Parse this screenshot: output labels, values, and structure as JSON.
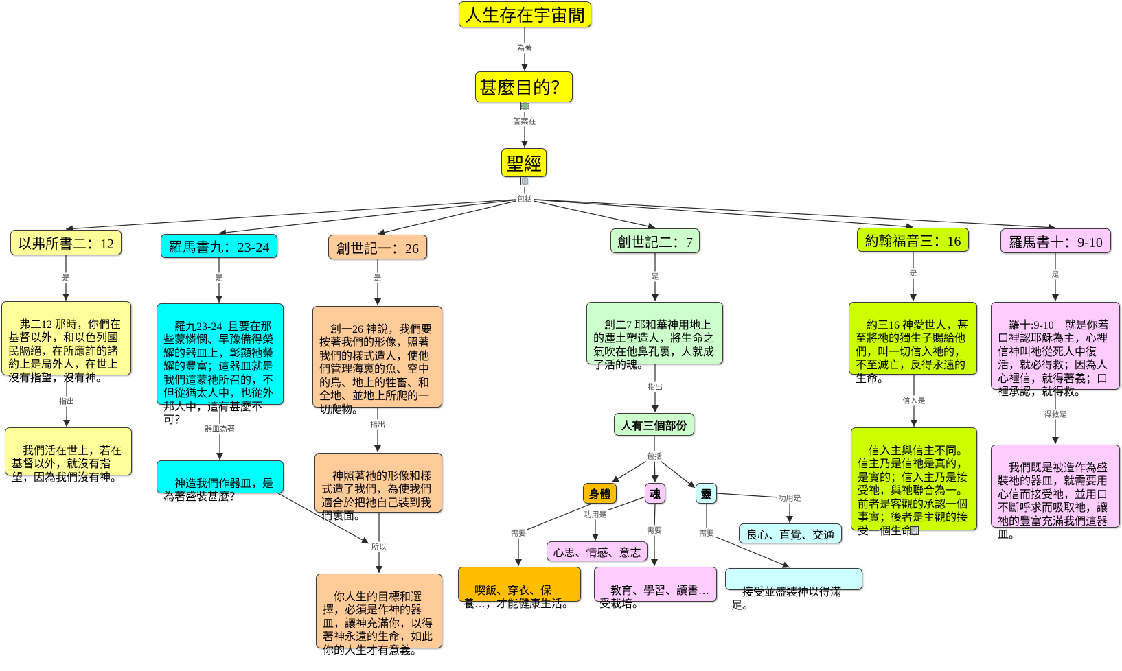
{
  "concepts": {
    "root": "人生存在宇宙間",
    "question": "甚麼目的？",
    "bible": "聖經",
    "ephesians": {
      "ref": "以弗所書二：12",
      "text": "弗二12 那時，你們在基督以外，和以色列國民隔絕，在所應許的諸約上是局外人，在世上沒有指望，沒有神。",
      "point": "我們活在世上，若在基督以外，就沒有指望，因為我們沒有神。"
    },
    "romans9": {
      "ref": "羅馬書九：23-24",
      "text": "羅九23-24  且要在那些蒙憐憫、早豫備得榮耀的器皿上，彰顯祂榮耀的豐富；這器皿就是我們這蒙祂所召的，不但從猶太人中，也從外邦人中，這有甚麼不可？",
      "point": "神造我們作器皿，是為著盛裝甚麼？"
    },
    "genesis1": {
      "ref": "創世記一：26",
      "text": "創一26 神說，我們要按著我們的形像，照著我們的樣式造人，使他們管理海裏的魚、空中的鳥、地上的牲畜、和全地、並地上所爬的一切爬物。",
      "point": "神照著祂的形像和樣式造了我們，為使我們適合於把祂自己裝到我們裏面。"
    },
    "genesis2": {
      "ref": "創世記二：7",
      "text": "創二7 耶和華神用地上的塵土塑造人，將生命之氣吹在他鼻孔裏，人就成了活的魂。",
      "point": "人有三個部份"
    },
    "john3": {
      "ref": "約翰福音三：16",
      "text": "約三16 神愛世人，甚至將祂的獨生子賜給他們，叫一切信入祂的，不至滅亡，反得永遠的生命。",
      "point": "信入主與信主不同。信主乃是信祂是真的，是實的；信入主乃是接受祂，與祂聯合為一。前者是客觀的承認一個事實；後者是主觀的接受一個生命。"
    },
    "romans10": {
      "ref": "羅馬書十：9-10",
      "text": "羅十:9-10    就是你若口裡認耶穌為主，心裡信神叫祂從死人中復活，就必得救；因為人心裡信，就得著義；口裡承認，就得救。",
      "point": "我們既是被造作為盛裝祂的器皿，就需要用心信而接受祂，並用口不斷呼求而吸取祂，讓祂的豐富充滿我們這器皿。"
    },
    "conclusion": "你人生的目標和選擇，必須是作神的器皿，讓神充滿你，以得著神永遠的生命，如此你的人生才有意義。",
    "parts": {
      "body": {
        "name": "身體",
        "need": "喫飯、穿衣、保養…，才能健康生活。"
      },
      "soul": {
        "name": "魂",
        "function": "心思、情感、意志",
        "need": "教育、學習、讀書…受栽培。"
      },
      "spirit": {
        "name": "靈",
        "function": "良心、直覺、交通",
        "need": "接受並盛裝神以得滿足。"
      }
    }
  },
  "link_labels": {
    "for": "為著",
    "answer_in": "答案在",
    "includes": "包括",
    "is": "是",
    "points_out": "指出",
    "vessel_for": "器皿為著",
    "therefore": "所以",
    "believe_into_is": "信入是",
    "saved_is": "得救是",
    "function_is": "功用是",
    "need": "需要"
  },
  "colors": {
    "main": "#ffff00",
    "ephesians": "#ffff99",
    "romans9": "#00ffff",
    "genesis1": "#ffcc99",
    "genesis2": "#ccffcc",
    "john3": "#ccff00",
    "romans10": "#ffccff",
    "body": "#ffbf00",
    "soul": "#ffccff",
    "spirit": "#ccffff",
    "link": "#2a2a2a"
  },
  "icons": {
    "question_resource": "film-icon",
    "bible_resource": "document-icon",
    "john3_point_resource": "document-icon"
  }
}
